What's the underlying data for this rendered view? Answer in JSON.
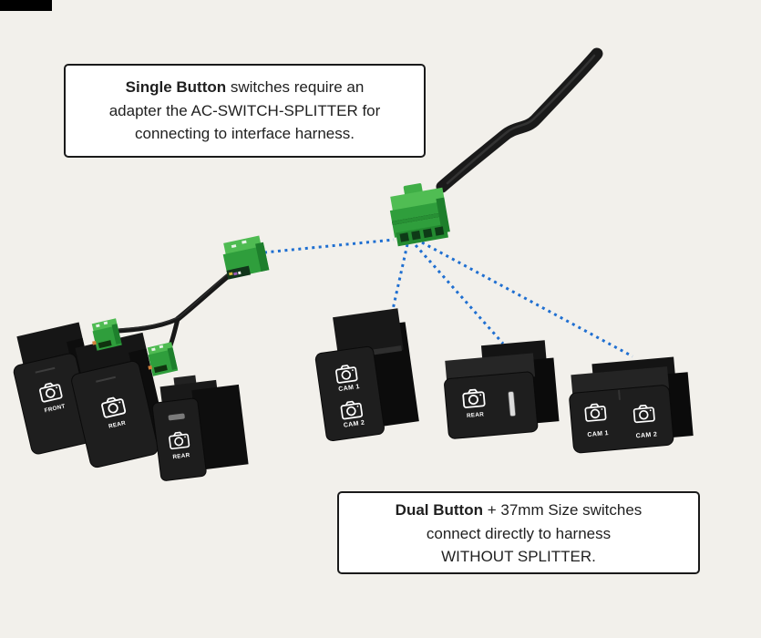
{
  "colors": {
    "background": "#F2F0EB",
    "callout_border": "#1A1A1A",
    "dotted_line_blue": "#1F6FD1",
    "connector_green": "#2F9E3C",
    "connector_green_light": "#4FBB52",
    "connector_green_dark": "#1E7F2C",
    "switch_body_black": "#1C1C1C",
    "label_white": "#FFFFFF",
    "corner_mark": "#000000"
  },
  "icons": {
    "camera": "camera-icon"
  },
  "callouts": {
    "single_button": {
      "bold_text": "Single Button",
      "line1_rest": " switches require an",
      "line2": "adapter the AC-SWITCH-SPLITTER for",
      "line3": "connecting to interface harness."
    },
    "dual_button": {
      "bold_text": "Dual Button",
      "line1_rest": " + 37mm Size switches",
      "line2": "connect directly to harness",
      "line3": "WITHOUT SPLITTER."
    }
  },
  "switches": {
    "front_single": {
      "label": "FRONT"
    },
    "rear_single": {
      "label": "REAR"
    },
    "rear_37mm_left": {
      "label": "REAR"
    },
    "dual_vertical": {
      "cam1_label": "CAM 1",
      "cam2_label": "CAM 2"
    },
    "rear_37mm_right": {
      "label": "REAR"
    },
    "dual_horizontal": {
      "cam1_label": "CAM 1",
      "cam2_label": "CAM 2"
    }
  }
}
